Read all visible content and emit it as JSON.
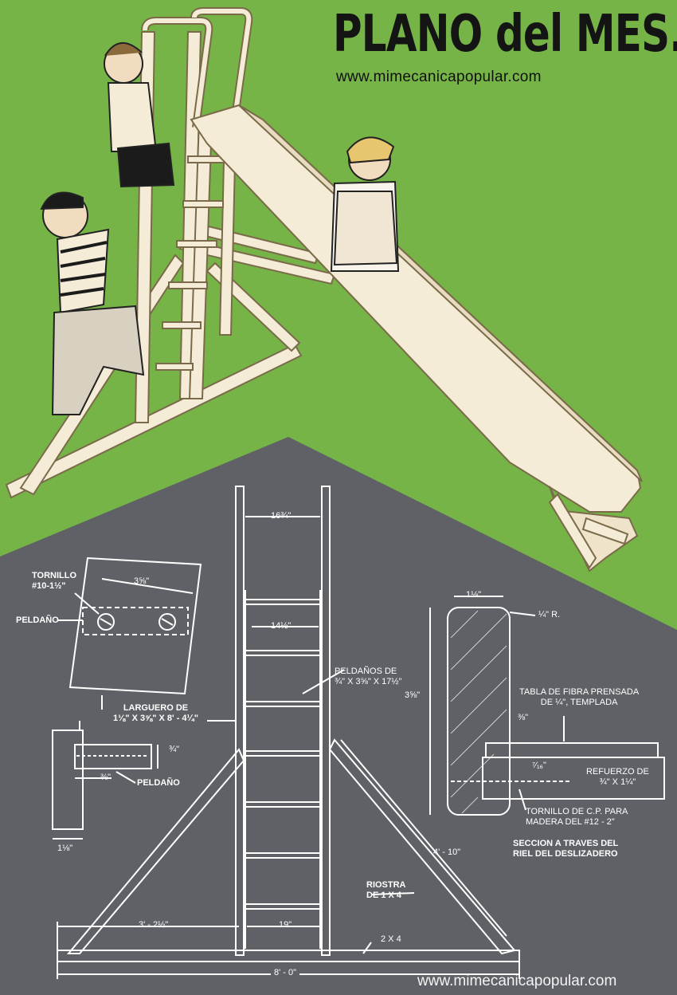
{
  "header": {
    "title_main": "PLANO del MES...",
    "url": "www.mimecanicapopular.com"
  },
  "footer": {
    "url": "www.mimecanicapopular.com"
  },
  "colors": {
    "background_green": "#76b447",
    "blueprint_gray": "#5f6166",
    "line_white": "#ffffff",
    "title_black": "#141414"
  },
  "diagram": {
    "top_width": "16¾\"",
    "rung_width": "14½\"",
    "rungs_label_1": "PELDAÑOS DE",
    "rungs_label_2": "¾\" X 3⅝\" X 17½\"",
    "bolt_label_1": "TORNILLO",
    "bolt_label_2": "#10-1½\"",
    "bolt_dim": "3⅝\"",
    "rung_label": "PELDAÑO",
    "rail_label_1": "LARGUERO DE",
    "rail_label_2": "1⅛\" X 3⅝\" X 8' - 4¼\"",
    "detail_dim_34": "¾\"",
    "detail_dim_38": "⅜\"",
    "detail_rung": "PELDAÑO",
    "detail_dim_118": "1⅛\"",
    "brace_label_1": "RIOSTRA",
    "brace_label_2": "DE 1 X 4",
    "brace_length": "4' - 10\"",
    "base_left": "3' - 2½\"",
    "base_center": "19\"",
    "base_board": "2 X 4",
    "base_total": "8' - 0\"",
    "section_width": "1⅛\"",
    "section_radius": "¼\" R.",
    "section_height": "3⅝\"",
    "fiber_label_1": "TABLA DE FIBRA PRENSADA",
    "fiber_label_2": "DE ¼\", TEMPLADA",
    "section_dim_38": "⅜\"",
    "section_dim_716": "⁷⁄₁₆\"",
    "reinforce_label_1": "REFUERZO DE",
    "reinforce_label_2": "¾\" X 1¼\"",
    "screw_label_1": "TORNILLO DE C.P. PARA",
    "screw_label_2": "MADERA DEL #12 - 2\"",
    "section_title_1": "SECCION A TRAVES DEL",
    "section_title_2": "RIEL DEL DESLIZADERO"
  },
  "illustration": {
    "subject": "children-on-slide"
  }
}
